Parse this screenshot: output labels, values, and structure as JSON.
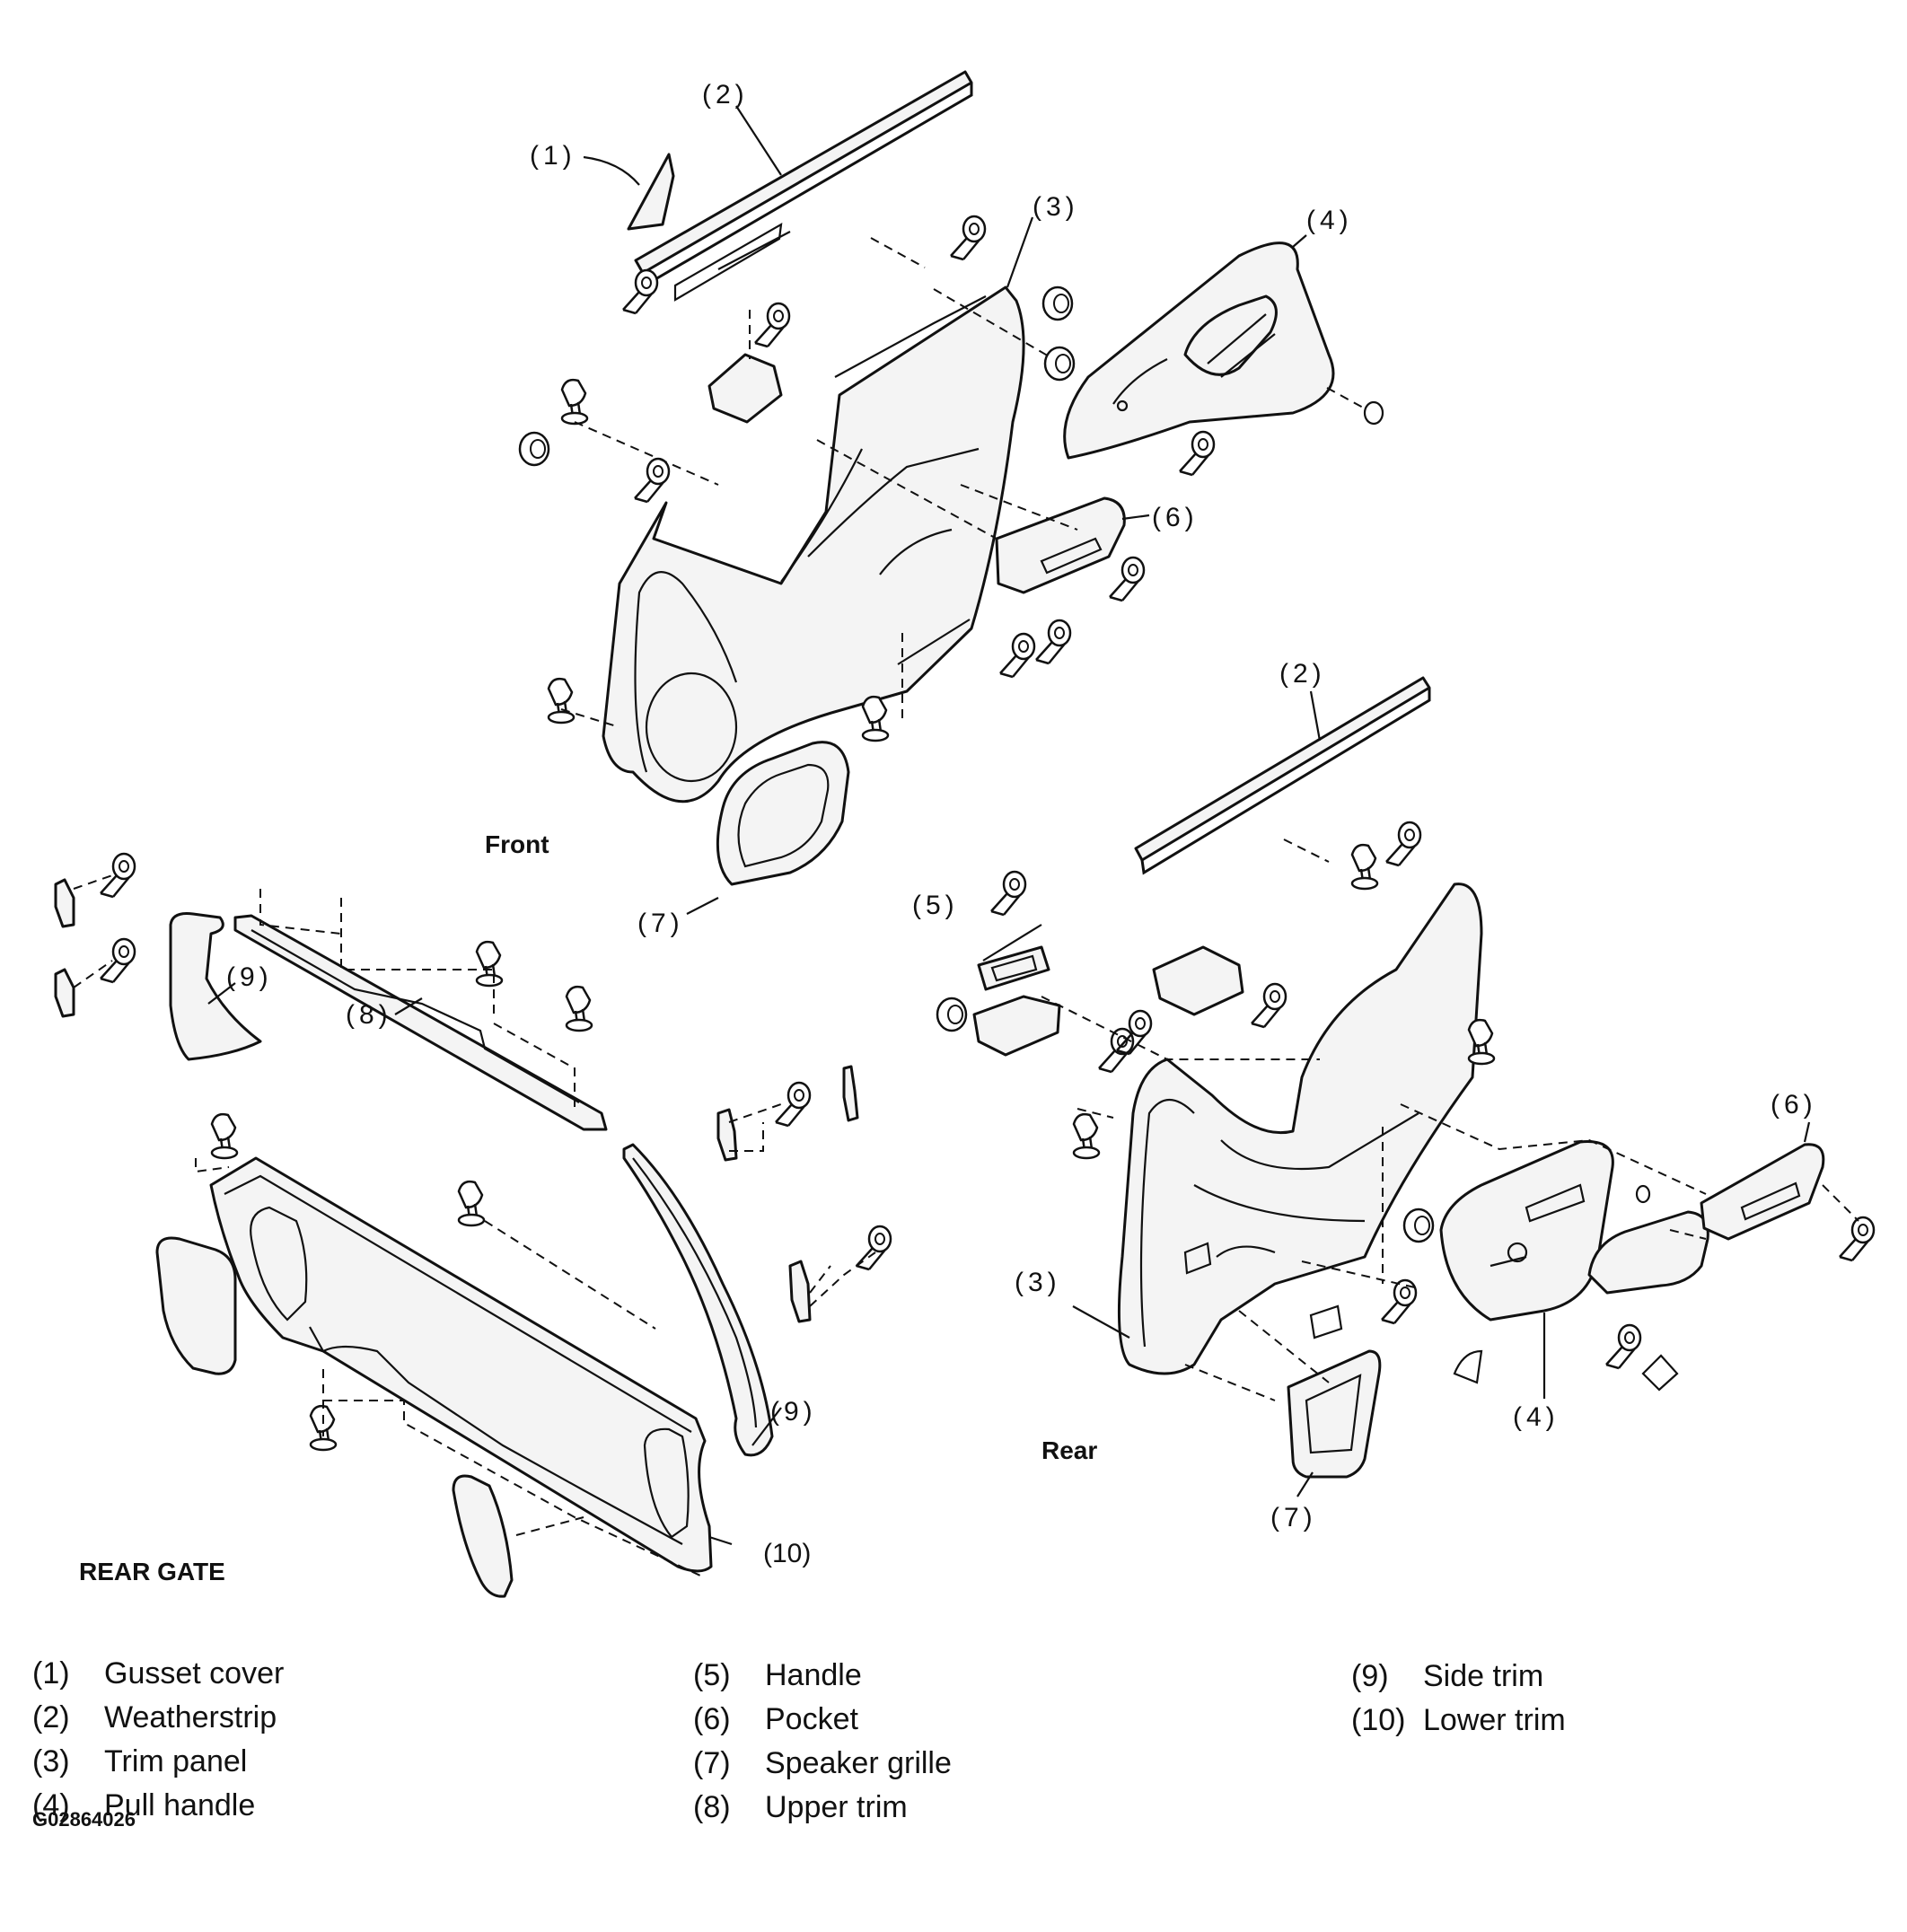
{
  "diagram": {
    "section_labels": {
      "front": "Front",
      "rear": "Rear",
      "rear_gate": "REAR GATE"
    },
    "callouts": {
      "gusset_cover": "(1)",
      "weatherstrip": "(2)",
      "trim_panel": "(3)",
      "pull_handle": "(4)",
      "handle": "(5)",
      "pocket": "(6)",
      "speaker_grille": "(7)",
      "upper_trim": "(8)",
      "side_trim": "(9)",
      "lower_trim": "(10)"
    }
  },
  "legend": {
    "col1": [
      {
        "num": "(1)",
        "label": "Gusset cover"
      },
      {
        "num": "(2)",
        "label": "Weatherstrip"
      },
      {
        "num": "(3)",
        "label": "Trim panel"
      },
      {
        "num": "(4)",
        "label": "Pull handle"
      }
    ],
    "col2": [
      {
        "num": "(5)",
        "label": "Handle"
      },
      {
        "num": "(6)",
        "label": "Pocket"
      },
      {
        "num": "(7)",
        "label": "Speaker grille"
      },
      {
        "num": "(8)",
        "label": "Upper trim"
      }
    ],
    "col3": [
      {
        "num": "(9)",
        "label": "Side trim"
      },
      {
        "num": "(10)",
        "label": "Lower trim"
      }
    ]
  },
  "figure_code": "G02864026"
}
